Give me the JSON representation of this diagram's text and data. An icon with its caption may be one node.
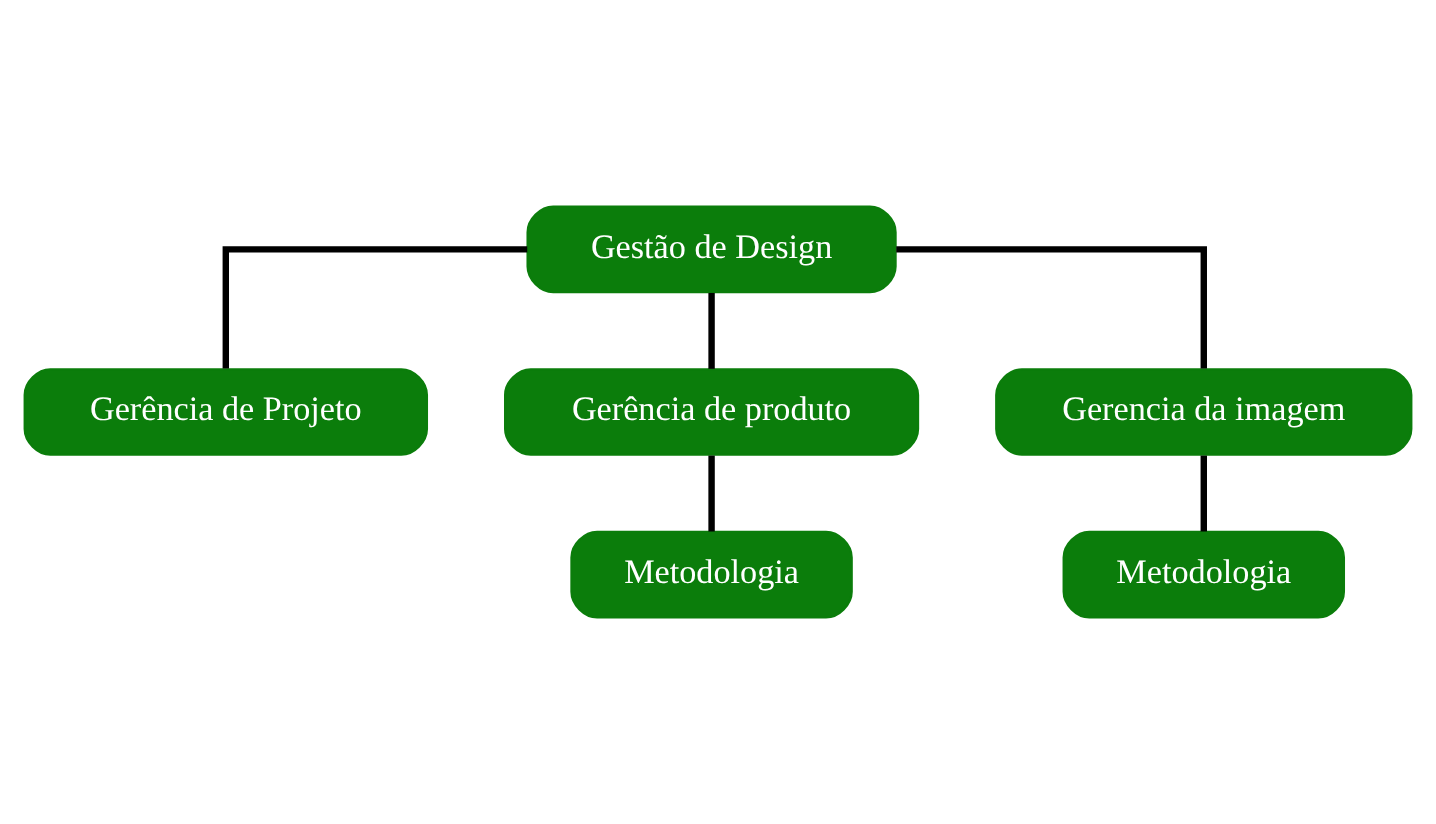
{
  "diagram": {
    "nodes": [
      {
        "text": [
          "Gestão de Design"
        ]
      },
      {
        "text": [
          "Gerência de Projeto"
        ]
      },
      {
        "text": [
          "Gerência de produto"
        ]
      },
      {
        "text": [
          "Gerencia da imagem"
        ]
      },
      {
        "text": [
          "Metodologia"
        ]
      },
      {
        "text": [
          "Metodologia"
        ]
      }
    ],
    "edges": [
      {
        "from": 0,
        "to": 1,
        "arrow": "none"
      },
      {
        "from": 0,
        "to": 2,
        "arrow": "none"
      },
      {
        "from": 0,
        "to": 3,
        "arrow": "none"
      },
      {
        "from": 2,
        "to": 4,
        "arrow": "none"
      },
      {
        "from": 3,
        "to": 5,
        "arrow": "none"
      }
    ]
  }
}
